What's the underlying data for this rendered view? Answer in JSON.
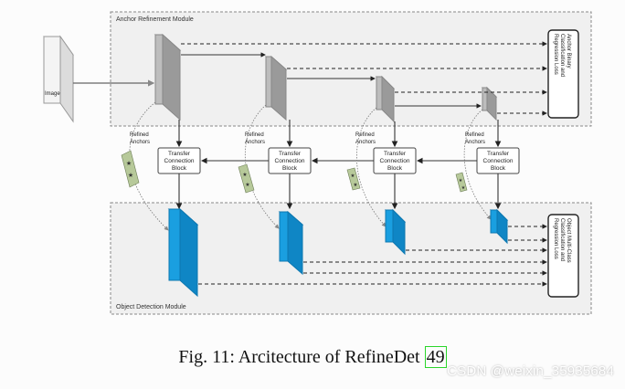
{
  "arm_label": "Anchor Refinement Module",
  "odm_label": "Object Detection Module",
  "image_label": "Image",
  "refined_anchors": [
    "Refined",
    "Anchors"
  ],
  "tcb_lines": [
    "Transfer",
    "Connection",
    "Block"
  ],
  "arm_loss_lines": [
    "Anchor Binary",
    "Classification and",
    "Regression Loss"
  ],
  "odm_loss_lines": [
    "Object Multi-Class",
    "Classification and",
    "Regression Loss"
  ],
  "caption_main": "Fig. 11: Arcitecture of RefineDet ",
  "caption_cite": "49",
  "watermark": "CSDN @weixin_35935684",
  "colors": {
    "feature_map_gray": "#b3b3b3",
    "feature_map_blue": "#1a9fe0",
    "anchor_green": "#b7c99a",
    "module_border": "#888888"
  }
}
